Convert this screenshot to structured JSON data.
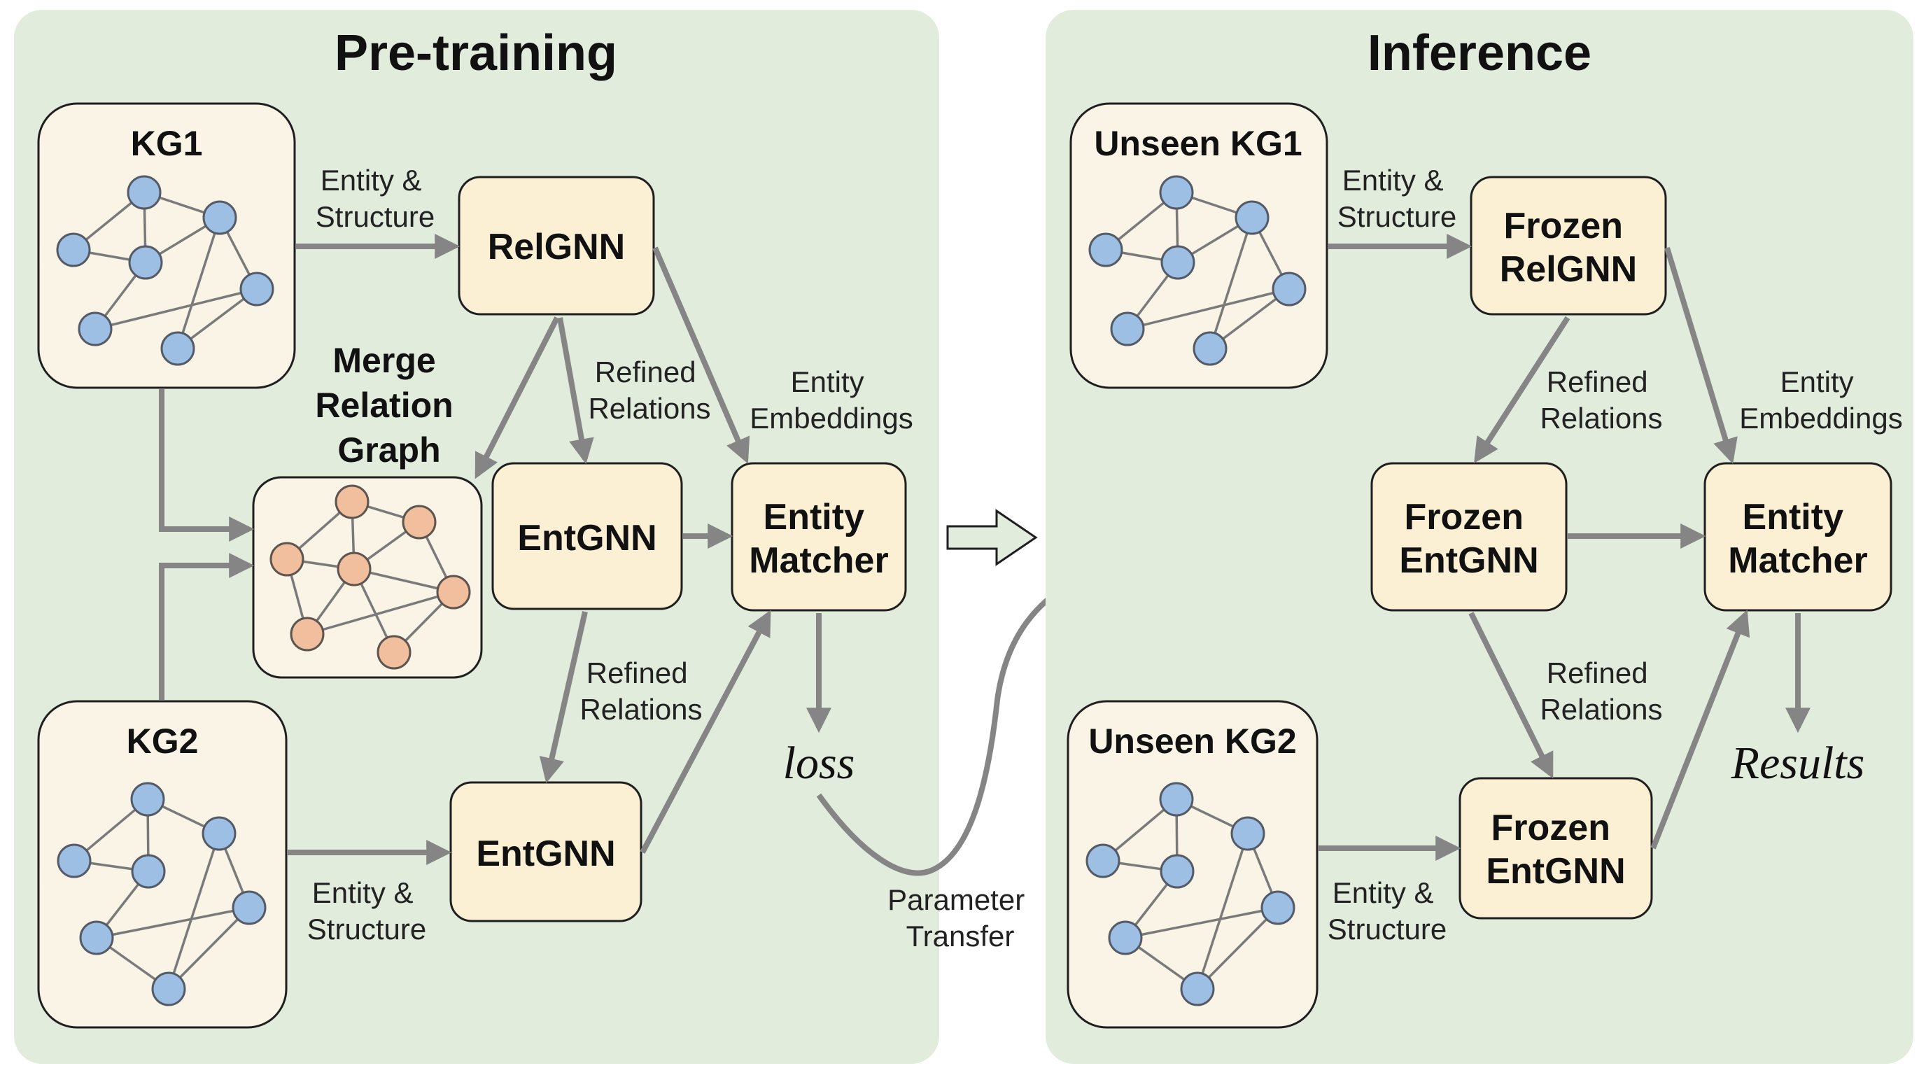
{
  "colors": {
    "panel_bg": "#e2ecdc",
    "box_fill": "#fbf0d4",
    "kg_box_fill": "#faf4e6",
    "arrow": "#858585",
    "entity_node": "#9dbfe3",
    "relation_node": "#f1bf9d"
  },
  "pretraining": {
    "title": "Pre-training",
    "kg1_label": "KG1",
    "kg2_label": "KG2",
    "merge_label": [
      "Merge",
      "Relation",
      "Graph"
    ],
    "relgnn_label": "RelGNN",
    "entgnn_top_label": "EntGNN",
    "entgnn_bottom_label": "EntGNN",
    "matcher_label": [
      "Entity",
      "Matcher"
    ],
    "edge_kg1_relgnn": [
      "Entity &",
      "Structure"
    ],
    "edge_kg2_entgnn": [
      "Entity &",
      "Structure"
    ],
    "edge_relgnn_entgnn": [
      "Refined",
      "Relations"
    ],
    "edge_relgnn_matcher": [
      "Entity",
      "Embeddings"
    ],
    "edge_entgnn_entgnn": [
      "Refined",
      "Relations"
    ],
    "output_label": "loss"
  },
  "transfer": {
    "label": [
      "Parameter",
      "Transfer"
    ]
  },
  "inference": {
    "title": "Inference",
    "kg1_label": "Unseen KG1",
    "kg2_label": "Unseen KG2",
    "relgnn_label": [
      "Frozen",
      "RelGNN"
    ],
    "entgnn_top_label": [
      "Frozen",
      "EntGNN"
    ],
    "entgnn_bottom_label": [
      "Frozen",
      "EntGNN"
    ],
    "matcher_label": [
      "Entity",
      "Matcher"
    ],
    "edge_kg1_relgnn": [
      "Entity &",
      "Structure"
    ],
    "edge_kg2_entgnn": [
      "Entity &",
      "Structure"
    ],
    "edge_relgnn_entgnn": [
      "Refined",
      "Relations"
    ],
    "edge_relgnn_matcher": [
      "Entity",
      "Embeddings"
    ],
    "edge_entgnn_entgnn": [
      "Refined",
      "Relations"
    ],
    "output_label": "Results"
  }
}
